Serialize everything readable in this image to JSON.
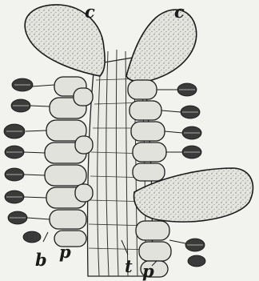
{
  "figure": {
    "labels": {
      "c_left": "c",
      "c_right": "c",
      "b": "b",
      "p_left": "p",
      "t": "t",
      "p_right": "p"
    },
    "colors": {
      "background": "#f2f2ee",
      "ink": "#1a1a1a",
      "cell_fill": "#e4e4de",
      "sporangium_fill": "#3a3a3a"
    }
  }
}
